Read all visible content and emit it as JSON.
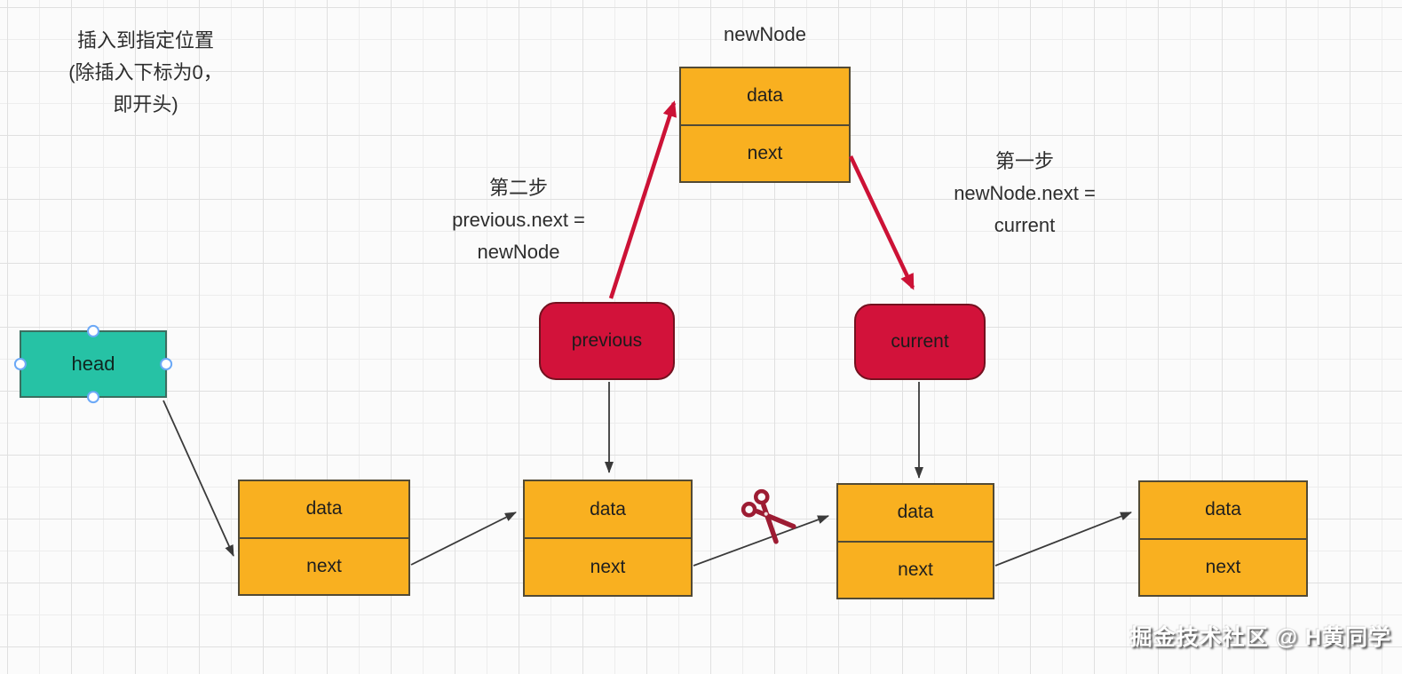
{
  "note": {
    "line1": "插入到指定位置",
    "line2": "(除插入下标为0，",
    "line3": "即开头)"
  },
  "new_node": {
    "title": "newNode",
    "data_label": "data",
    "next_label": "next"
  },
  "head": {
    "label": "head"
  },
  "pointers": {
    "previous": "previous",
    "current": "current"
  },
  "annotations": {
    "step2": {
      "line1": "第二步",
      "line2": "previous.next =",
      "line3": "newNode"
    },
    "step1": {
      "line1": "第一步",
      "line2": "newNode.next =",
      "line3": "current"
    }
  },
  "list_nodes": [
    {
      "data_label": "data",
      "next_label": "next"
    },
    {
      "data_label": "data",
      "next_label": "next"
    },
    {
      "data_label": "data",
      "next_label": "next"
    },
    {
      "data_label": "data",
      "next_label": "next"
    }
  ],
  "icons": {
    "scissors": "✂"
  },
  "watermark": {
    "text": "掘金技术社区 @ H黄同学"
  },
  "colors": {
    "canvas_bg": "#fbfbfb",
    "grid_minor": "#ededed",
    "grid_major": "#e0e0e0",
    "node_fill": "#f9b020",
    "node_border": "#524a35",
    "pointer_fill": "#d2123a",
    "pointer_border": "#73111f",
    "head_fill": "#26c2a5",
    "head_border": "#3c6e60",
    "arrow_black": "#3a3a3a",
    "arrow_red": "#cc1236",
    "scissors_red": "#9d1c33",
    "handle_border": "#6ca9f7",
    "text_dark": "#262626",
    "watermark_text": "#ffffff"
  }
}
